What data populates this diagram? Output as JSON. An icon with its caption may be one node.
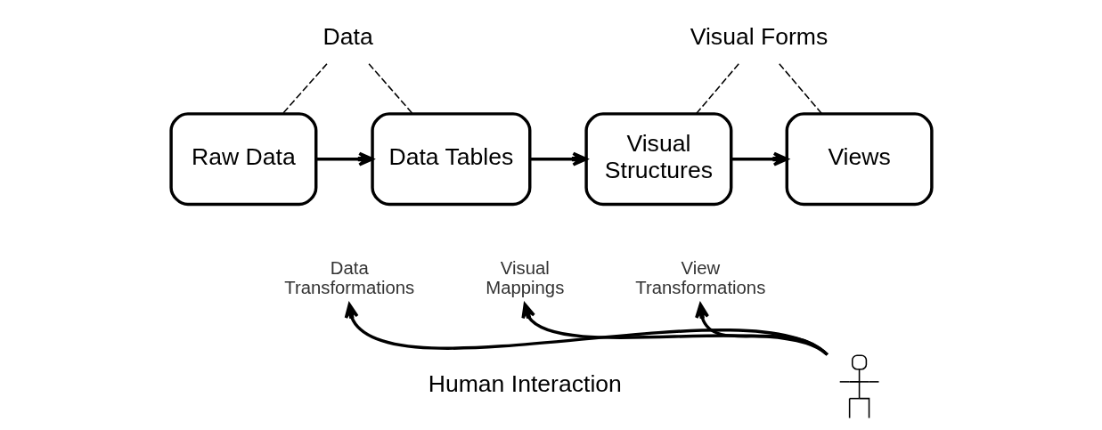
{
  "diagram": {
    "nodes": [
      {
        "text": [
          "Data"
        ]
      },
      {
        "text": [
          "Visual Forms"
        ]
      },
      {
        "text": [
          "Raw Data"
        ]
      },
      {
        "text": [
          "Data Tables"
        ]
      },
      {
        "text": [
          "Visual Structures"
        ]
      },
      {
        "text": [
          "Views"
        ]
      },
      {
        "text": [
          "Data Transformations"
        ]
      },
      {
        "text": [
          "Visual Mappings"
        ]
      },
      {
        "text": [
          "View Transformations"
        ]
      },
      {
        "text": [],
        "shape": "person"
      }
    ],
    "edges": [
      {
        "from": 2,
        "to": 3,
        "arrow": "to"
      },
      {
        "from": 3,
        "to": 4,
        "arrow": "to"
      },
      {
        "from": 4,
        "to": 5,
        "arrow": "to"
      },
      {
        "from": 0,
        "to": 2,
        "arrow": "none",
        "style": "dashed"
      },
      {
        "from": 0,
        "to": 3,
        "arrow": "none",
        "style": "dashed"
      },
      {
        "from": 1,
        "to": 4,
        "arrow": "none",
        "style": "dashed"
      },
      {
        "from": 1,
        "to": 5,
        "arrow": "none",
        "style": "dashed"
      },
      {
        "from": 9,
        "to": 6,
        "arrow": "to"
      },
      {
        "from": 9,
        "to": 7,
        "arrow": "to"
      },
      {
        "from": 9,
        "to": 8,
        "arrow": "to"
      }
    ],
    "labels": [
      "Human Interaction"
    ]
  }
}
